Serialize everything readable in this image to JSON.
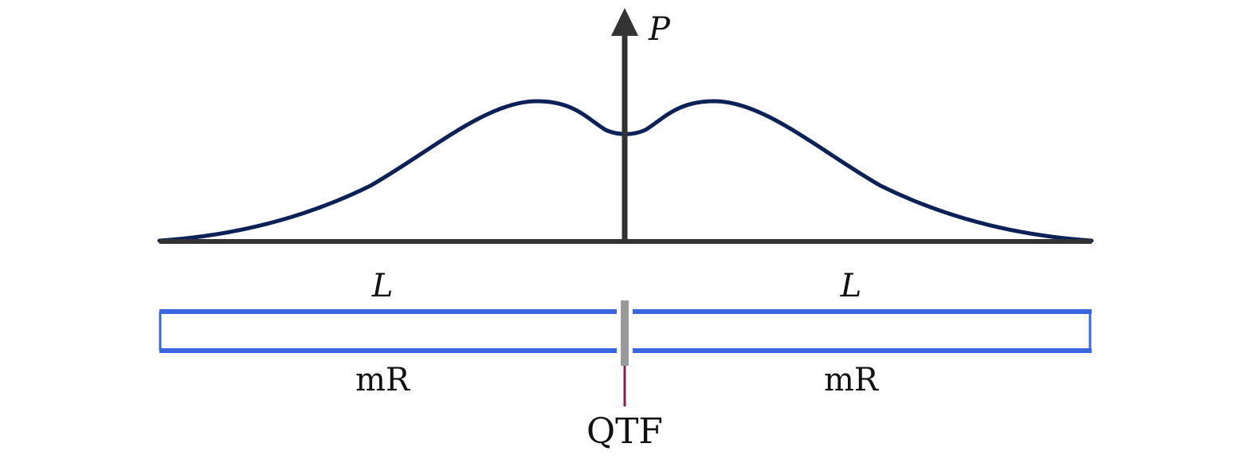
{
  "axis": {
    "ylabel": "P"
  },
  "segments": {
    "left_length_label": "L",
    "right_length_label": "L",
    "left_resonator_label": "mR",
    "right_resonator_label": "mR"
  },
  "sensor": {
    "label": "QTF"
  },
  "colors": {
    "axis": "#333333",
    "curve": "#0c2157",
    "resonator_tube": "#3a67e0",
    "qtf_prong": "#9a9a9a",
    "qtf_lead": "#8a1f4f"
  }
}
